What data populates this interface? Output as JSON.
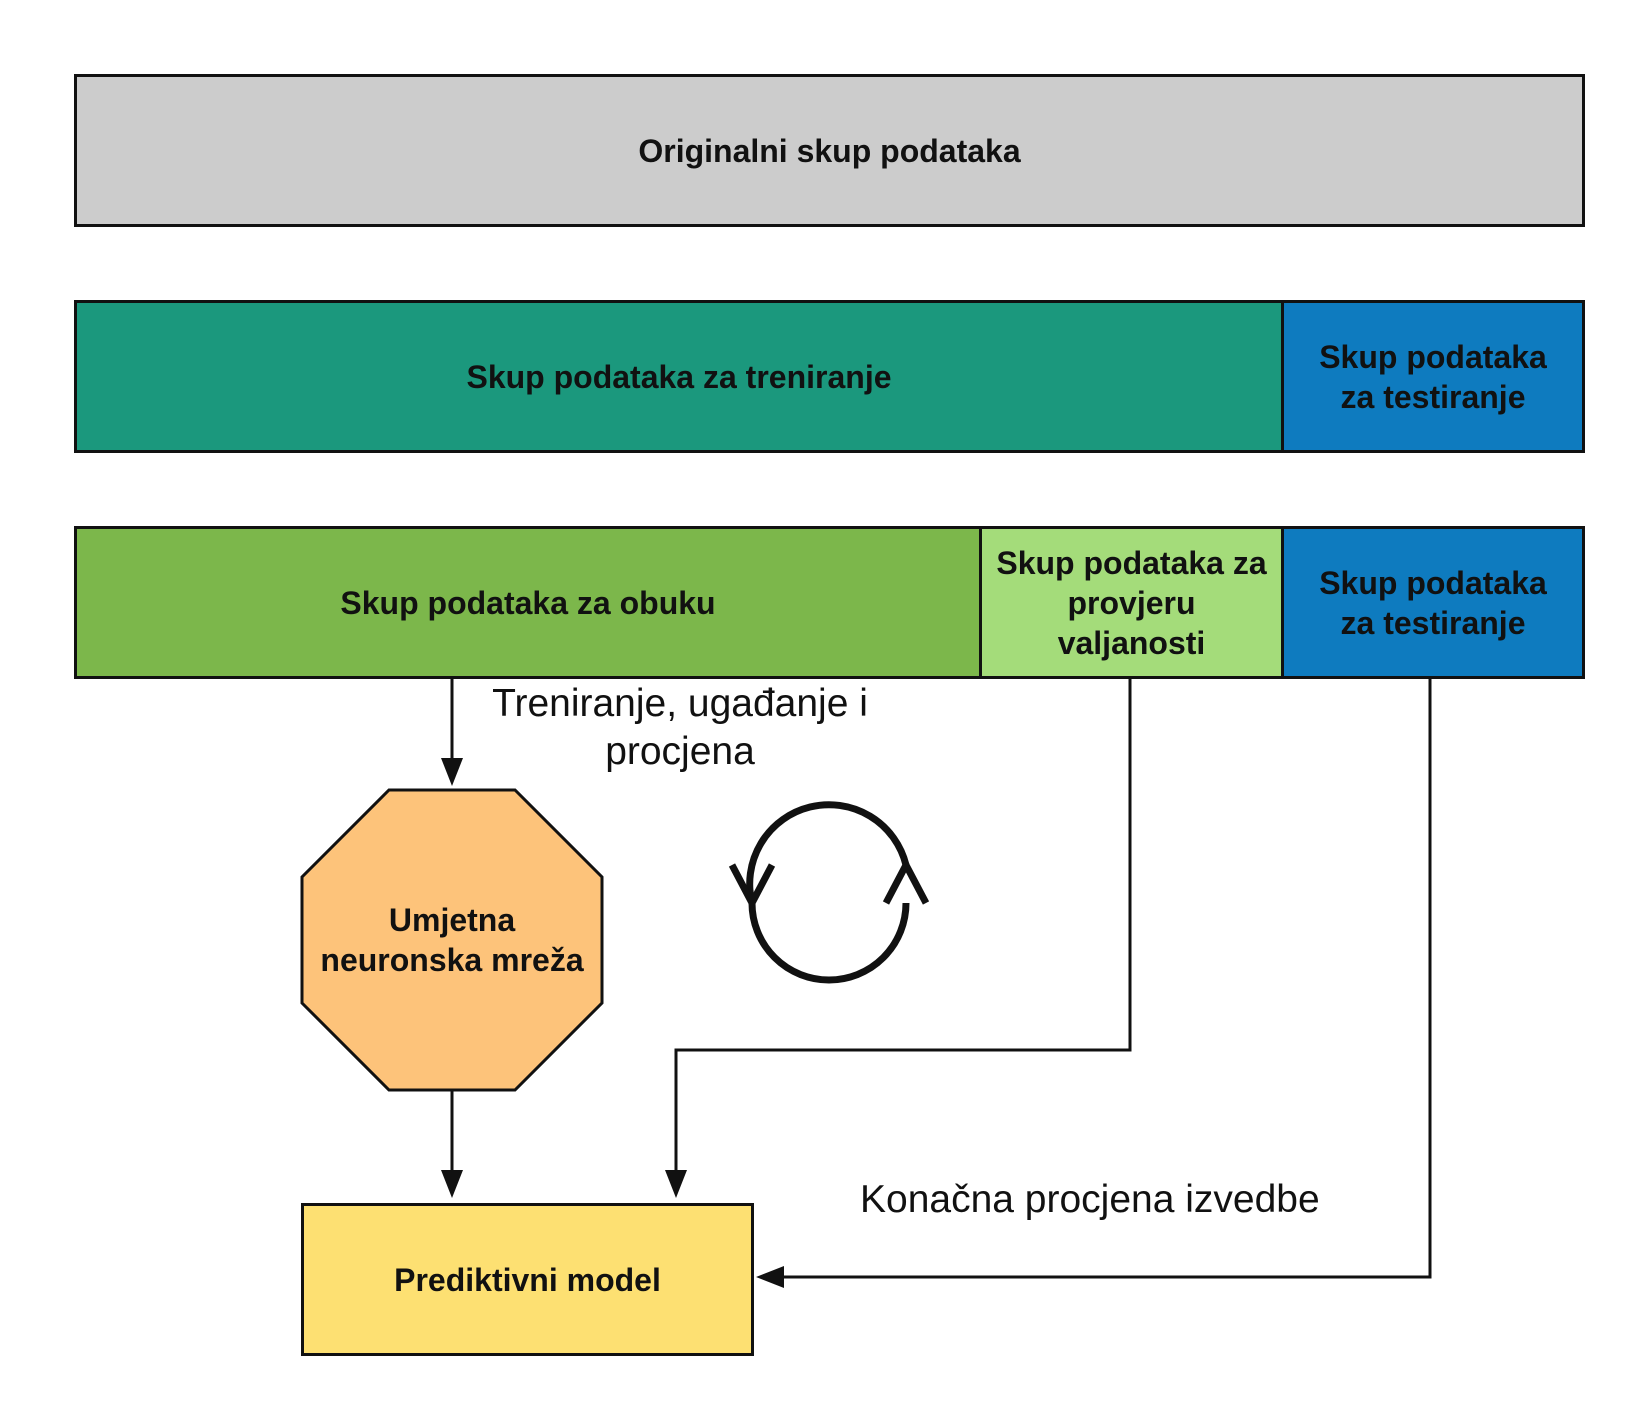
{
  "boxes": {
    "original": {
      "label": "Originalni skup podataka",
      "color": "#cccccc"
    },
    "training": {
      "label": "Skup podataka za treniranje",
      "color": "#1b987d"
    },
    "test_row2": {
      "label": "Skup podataka za testiranje",
      "color": "#0e7bbf"
    },
    "obuka": {
      "label": "Skup podataka za obuku",
      "color": "#7cb74b"
    },
    "validation": {
      "label": "Skup podataka za provjeru valjanosti",
      "color": "#a4dc7a"
    },
    "test_row3": {
      "label": "Skup podataka za testiranje",
      "color": "#0e7bbf"
    },
    "neural_net": {
      "label": "Umjetna neuronska mreža",
      "color": "#fdc37a"
    },
    "predictive_model": {
      "label": "Prediktivni model",
      "color": "#fde072"
    }
  },
  "annotations": {
    "training_loop": "Treniranje, ugađanje i procjena",
    "final_evaluation": "Konačna procjena izvedbe"
  }
}
